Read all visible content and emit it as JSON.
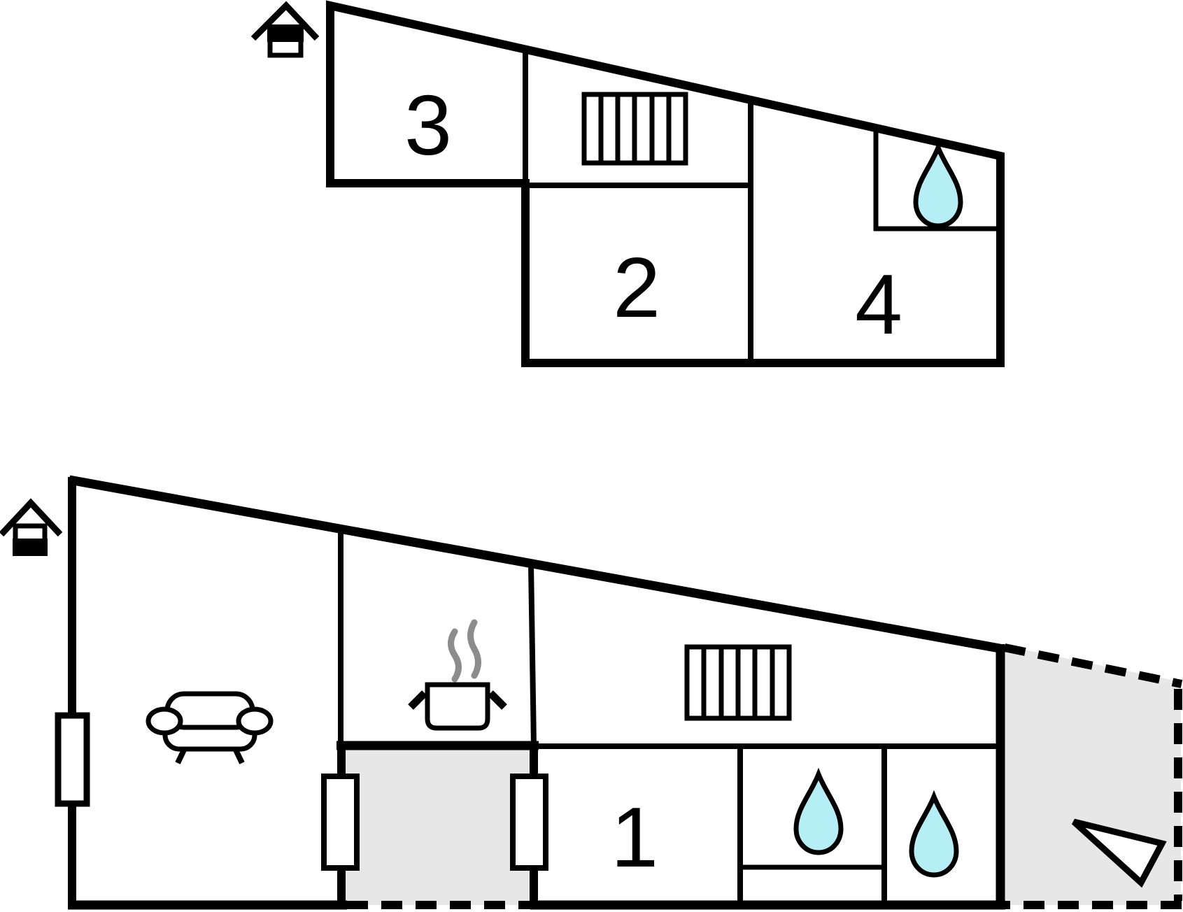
{
  "rooms": {
    "r1": "1",
    "r2": "2",
    "r3": "3",
    "r4": "4"
  },
  "colors": {
    "wall": "#000000",
    "background": "#ffffff",
    "hall_fill": "#e7e7e7",
    "terrace_fill": "#e7e7e7",
    "water_drop": "#b5eef5",
    "steam": "#8c8c8c"
  },
  "icons": {
    "upper_storey_icon": "house pictogram, top half filled",
    "ground_storey_icon": "house pictogram, bottom half filled",
    "stairs_icon": "striped rectangle (staircase)",
    "water_drop_icon": "teardrop (water / bathroom)",
    "sofa_icon": "sofa top view",
    "cooking_pot_icon": "cooking pot with steam (kitchen)",
    "window_icon": "wall window opening",
    "door_icon": "wall door opening",
    "terrace_arrow_icon": "triangle marker on terrace",
    "entrance_dashed_icon": "dashed open edge (entrance)"
  }
}
